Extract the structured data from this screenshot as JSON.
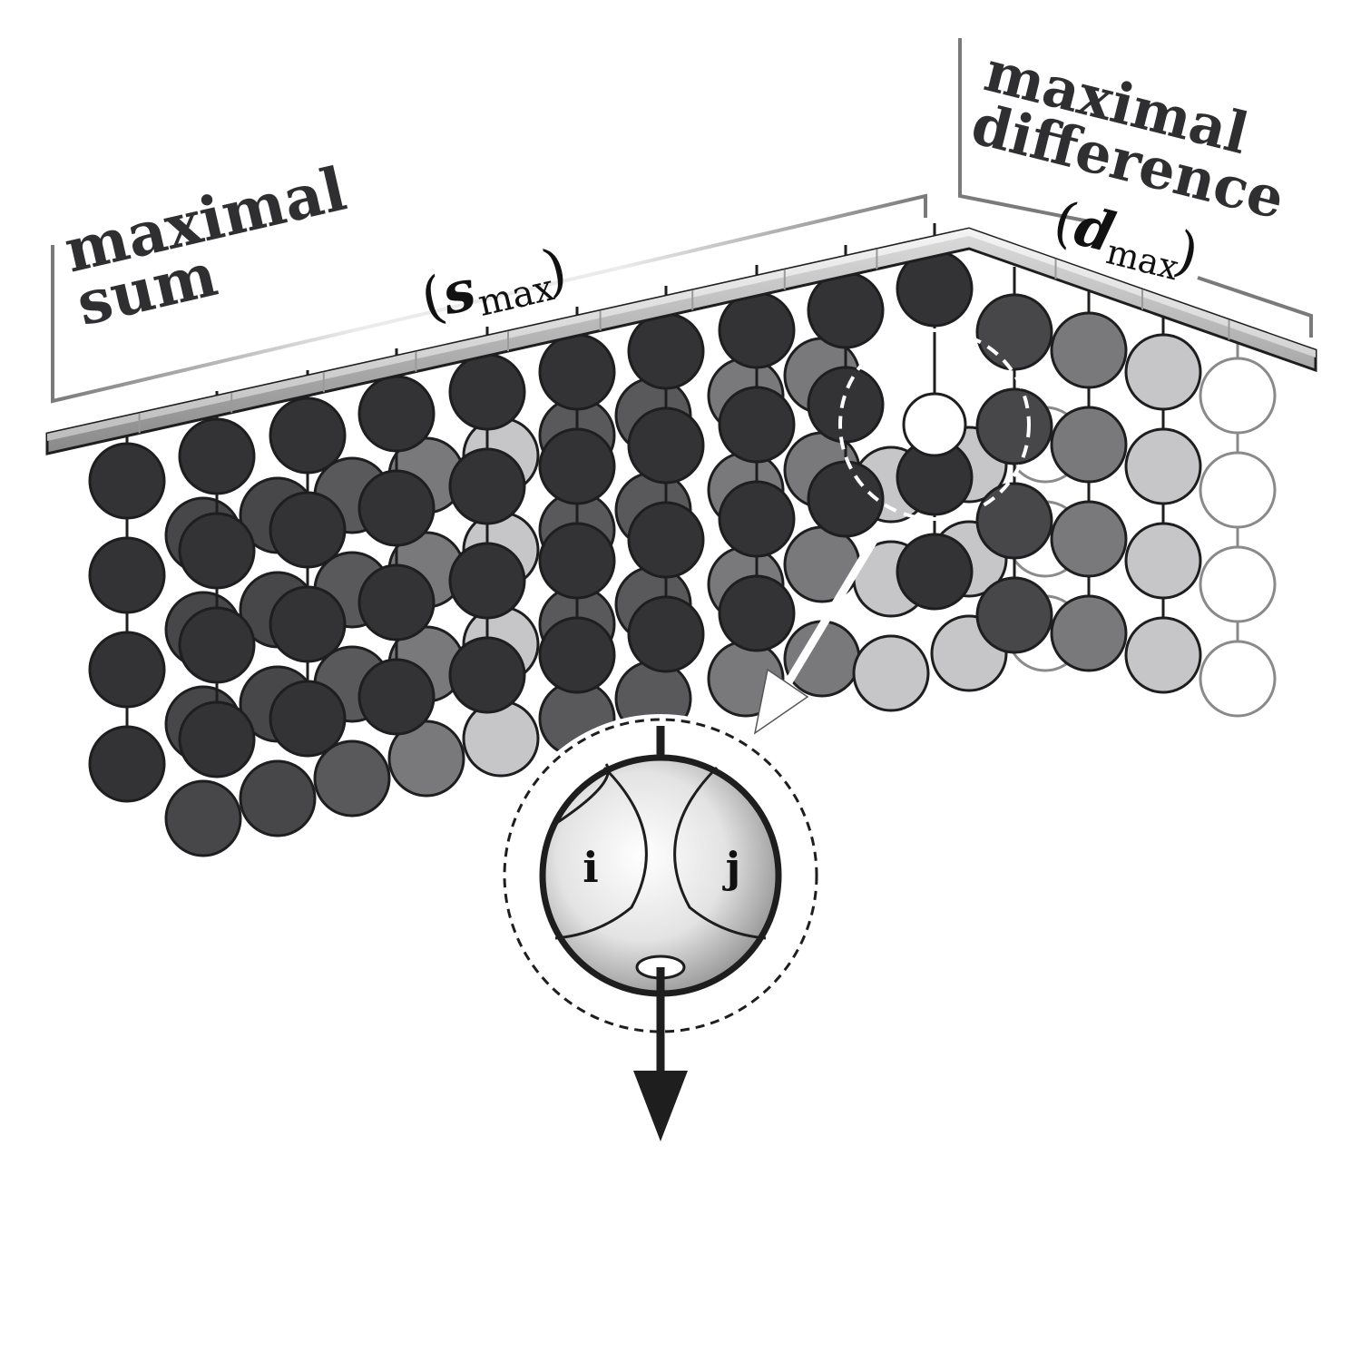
{
  "labels": {
    "sum_line1": "maximal",
    "sum_line2": "sum",
    "sum_open": "(",
    "sum_symbol": "s",
    "sum_subscript": "max",
    "sum_close": ")",
    "diff_line1": "maximal",
    "diff_line2": "difference",
    "diff_open": "(",
    "diff_symbol": "d",
    "diff_subscript": "max",
    "diff_close": ")"
  },
  "magnifier": {
    "left_label": "i",
    "right_label": "j"
  },
  "palette": {
    "very_dark": "#333335",
    "dark": "#474749",
    "mid_dark": "#59595b",
    "mid": "#79797b",
    "light": "#c6c6c8",
    "white": "#ffffff",
    "text": "#2f2f31",
    "bracket": "#7a7a7c"
  }
}
